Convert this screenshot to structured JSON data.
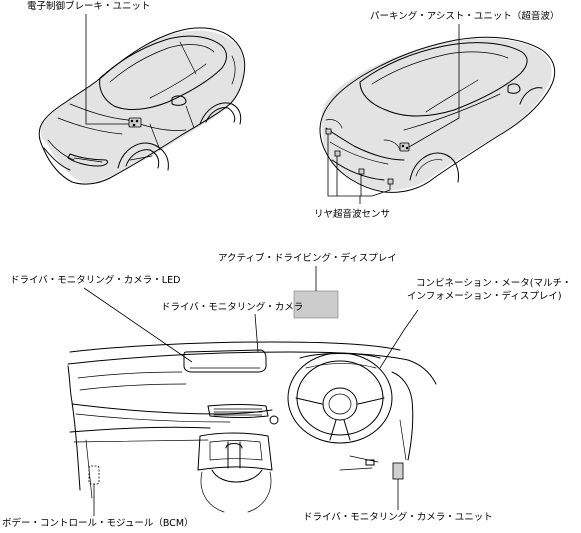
{
  "labels": {
    "ebrake": "電子制御ブレーキ・ユニット",
    "parking": "パーキング・アシスト・ユニット（超音波）",
    "rear_sensor": "リヤ超音波センサ",
    "active_display": "アクティブ・ドライビング・ディスプレイ",
    "dm_led": "ドライバ・モニタリング・カメラ・LED",
    "dm_camera": "ドライバ・モニタリング・カメラ",
    "combination_line1": "コンビネーション・メータ(マルチ・",
    "combination_line2": "インフォメーション・ディスプレイ)",
    "bcm": "ボデー・コントロール・モジュール（BCM）",
    "dm_unit": "ドライバ・モニタリング・カメラ・ユニット"
  }
}
